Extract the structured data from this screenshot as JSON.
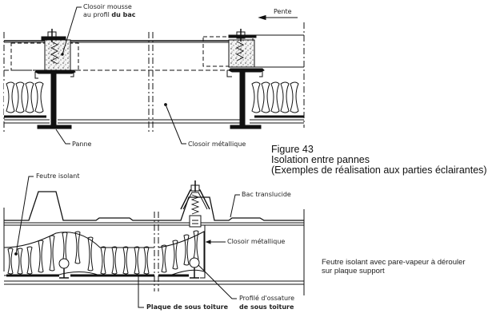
{
  "figure": {
    "number": "Figure 43",
    "title": "Isolation entre pannes",
    "subtitle": "(Exemples de réalisation aux parties éclairantes)"
  },
  "top_diagram": {
    "labels": {
      "closoir_mousse_line1": "Closoir mousse",
      "closoir_mousse_line2_a": "au profil ",
      "closoir_mousse_line2_b": "du bac",
      "pente": "Pente",
      "panne": "Panne",
      "closoir_metallique": "Closoir métallique"
    }
  },
  "bottom_diagram": {
    "labels": {
      "feutre_isolant": "Feutre isolant",
      "bac_translucide": "Bac translucide",
      "closoir_metallique": "Closoir métallique",
      "plaque_sous_toiture": "Plaque de sous toiture",
      "profile_ossature_line1": "Profilé d'ossature",
      "profile_ossature_line2": "de sous toiture"
    },
    "note_line1": "Feutre isolant avec pare-vapeur à dérouler",
    "note_line2": "sur plaque support"
  },
  "colors": {
    "ink": "#111111",
    "paper": "#ffffff"
  }
}
